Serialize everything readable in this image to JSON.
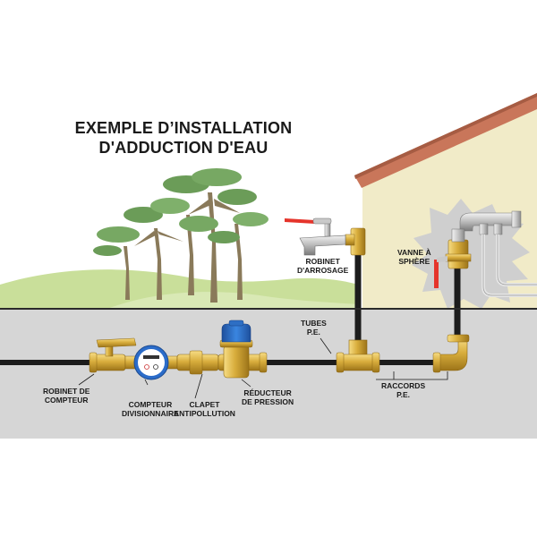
{
  "title": {
    "line1": "EXEMPLE D’INSTALLATION",
    "line2": "D'ADDUCTION D'EAU"
  },
  "labels": {
    "robinet_arrosage": [
      "ROBINET",
      "D'ARROSAGE"
    ],
    "vanne_sphere": [
      "VANNE À",
      "SPHÈRE"
    ],
    "tubes_pe": [
      "TUBES",
      "P.E."
    ],
    "raccords_pe": [
      "RACCORDS",
      "P.E."
    ],
    "robinet_compteur": [
      "ROBINET DE",
      "COMPTEUR"
    ],
    "compteur_divisionnaire": [
      "COMPTEUR",
      "DIVISIONNAIRE"
    ],
    "clapet_antipollution": [
      "CLAPET",
      "ANTIPOLLUTION"
    ],
    "reducteur_pression": [
      "RÉDUCTEUR",
      "DE PRESSION"
    ]
  },
  "colors": {
    "ground": "#d6d6d6",
    "grass": "#c9df9a",
    "house_wall": "#f1ebc8",
    "roof": "#c9765a",
    "pipe": "#1c1c1c",
    "brass": "#d8ad3c",
    "valve_handle": "#e5342b",
    "reducer_cap": "#2e6fc4",
    "meter_blue": "#2b6cc9"
  },
  "icons": {
    "tree": "tree-icon",
    "tap": "garden-tap-icon",
    "meter": "water-meter-icon",
    "valve": "ball-valve-icon"
  }
}
